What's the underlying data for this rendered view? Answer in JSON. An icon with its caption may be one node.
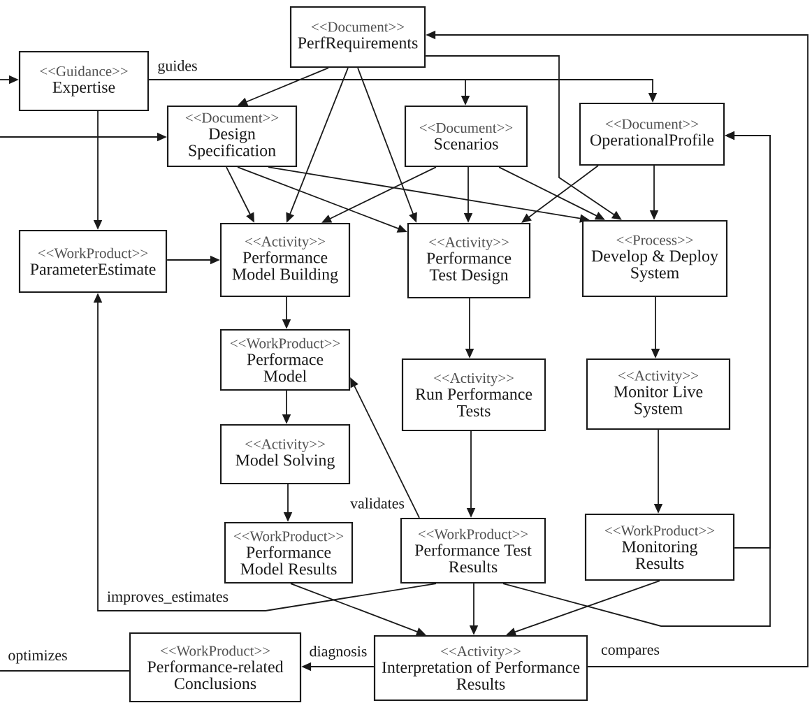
{
  "diagram": {
    "nodes": [
      {
        "text": [
          "<<Document>>",
          "PerfRequirements"
        ]
      },
      {
        "text": [
          "<<Guidance>>",
          "Expertise"
        ]
      },
      {
        "text": [
          "<<Document>>",
          "Design Specification"
        ]
      },
      {
        "text": [
          "<<Document>>",
          "Scenarios"
        ]
      },
      {
        "text": [
          "<<Document>>",
          "OperationalProfile"
        ]
      },
      {
        "text": [
          "<<WorkProduct>>",
          "ParameterEstimate"
        ]
      },
      {
        "text": [
          "<<Activity>>",
          "Performance Model Building"
        ]
      },
      {
        "text": [
          "<<Activity>>",
          "Performance Test Design"
        ]
      },
      {
        "text": [
          "<<Process>>",
          "Develop & Deploy System"
        ]
      },
      {
        "text": [
          "<<WorkProduct>>",
          "Performace Model"
        ]
      },
      {
        "text": [
          "<<Activity>>",
          "Model Solving"
        ]
      },
      {
        "text": [
          "<<Activity>>",
          "Run Performance Tests"
        ]
      },
      {
        "text": [
          "<<Activity>>",
          "Monitor Live System"
        ]
      },
      {
        "text": [
          "<<WorkProduct>>",
          "Performance Model Results"
        ]
      },
      {
        "text": [
          "<<WorkProduct>>",
          "Performance Test Results"
        ]
      },
      {
        "text": [
          "<<WorkProduct>>",
          "Monitoring Results"
        ]
      },
      {
        "text": [
          "<<WorkProduct>>",
          "Performance-related Conclusions"
        ]
      },
      {
        "text": [
          "<<Activity>>",
          "Interpretation of Performance Results"
        ]
      }
    ],
    "edges": [
      {
        "from": null,
        "to": 1,
        "arrow": "to"
      },
      {
        "from": null,
        "to": 2,
        "arrow": "to"
      },
      {
        "from": 1,
        "to": 3,
        "arrow": "to",
        "label": "guides"
      },
      {
        "from": 1,
        "to": 4,
        "arrow": "to"
      },
      {
        "from": 1,
        "to": 5,
        "arrow": "to"
      },
      {
        "from": 0,
        "to": 2,
        "arrow": "to"
      },
      {
        "from": 0,
        "to": 6,
        "arrow": "to"
      },
      {
        "from": 0,
        "to": 7,
        "arrow": "to"
      },
      {
        "from": 0,
        "to": 8,
        "arrow": "to"
      },
      {
        "from": 2,
        "to": 6,
        "arrow": "to"
      },
      {
        "from": 2,
        "to": 7,
        "arrow": "to"
      },
      {
        "from": 2,
        "to": 8,
        "arrow": "to"
      },
      {
        "from": 3,
        "to": 6,
        "arrow": "to"
      },
      {
        "from": 3,
        "to": 7,
        "arrow": "to"
      },
      {
        "from": 3,
        "to": 8,
        "arrow": "to"
      },
      {
        "from": 4,
        "to": 7,
        "arrow": "to"
      },
      {
        "from": 4,
        "to": 8,
        "arrow": "to"
      },
      {
        "from": 5,
        "to": 6,
        "arrow": "to"
      },
      {
        "from": 6,
        "to": 9,
        "arrow": "to"
      },
      {
        "from": 9,
        "to": 10,
        "arrow": "to"
      },
      {
        "from": 10,
        "to": 13,
        "arrow": "to"
      },
      {
        "from": 7,
        "to": 11,
        "arrow": "to"
      },
      {
        "from": 11,
        "to": 14,
        "arrow": "to"
      },
      {
        "from": 8,
        "to": 12,
        "arrow": "to"
      },
      {
        "from": 12,
        "to": 15,
        "arrow": "to"
      },
      {
        "from": 14,
        "to": 9,
        "arrow": "to",
        "label": "validates"
      },
      {
        "from": 14,
        "to": 5,
        "arrow": "to",
        "label": "improves_estimates"
      },
      {
        "from": 14,
        "to": 4,
        "arrow": "to"
      },
      {
        "from": 15,
        "to": 4,
        "arrow": "to"
      },
      {
        "from": 13,
        "to": 17,
        "arrow": "to"
      },
      {
        "from": 14,
        "to": 17,
        "arrow": "to"
      },
      {
        "from": 15,
        "to": 17,
        "arrow": "to"
      },
      {
        "from": 17,
        "to": 0,
        "arrow": "to",
        "label": "compares"
      },
      {
        "from": 17,
        "to": 16,
        "arrow": "to",
        "label": "diagnosis"
      },
      {
        "from": 16,
        "to": null,
        "arrow": "none",
        "label": "optimizes"
      }
    ]
  }
}
